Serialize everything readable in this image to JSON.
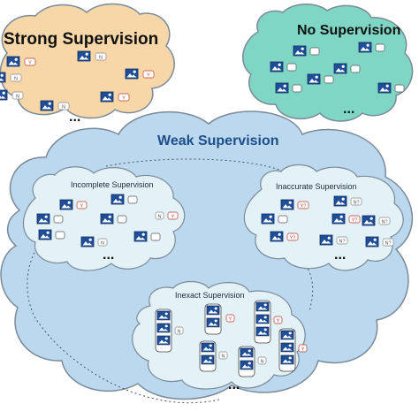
{
  "strong": {
    "title": "Strong Supervision",
    "labels": [
      "N",
      "Y",
      "N",
      "N",
      "Y",
      "Y",
      "N"
    ],
    "ellipsis": "..."
  },
  "none": {
    "title": "No Supervision",
    "ellipsis": "..."
  },
  "weak": {
    "title": "Weak Supervision",
    "incomplete": {
      "title": "Incomplete Supervision",
      "labels": [
        "Y",
        "N",
        "Y",
        "N"
      ],
      "ellipsis": "..."
    },
    "inaccurate": {
      "title": "Inaccurate Supervision",
      "labels": [
        "Y?",
        "N?",
        "Y?",
        "N?",
        "Y?",
        "N?",
        "N?"
      ],
      "ellipsis": "..."
    },
    "inexact": {
      "title": "Inexact Supervision",
      "labels": [
        "N",
        "Y",
        "Y",
        "N",
        "Y",
        "N"
      ],
      "ellipsis": "..."
    }
  },
  "colors": {
    "strong_fill": "#f7d7a8",
    "none_fill": "#7fd6c4",
    "weak_fill": "#bcd8ee",
    "sub_fill": "#e3f2f7",
    "title_blue": "#1b4f8c",
    "icon_blue": "#1f4e99",
    "tag_red": "#c0392b"
  }
}
